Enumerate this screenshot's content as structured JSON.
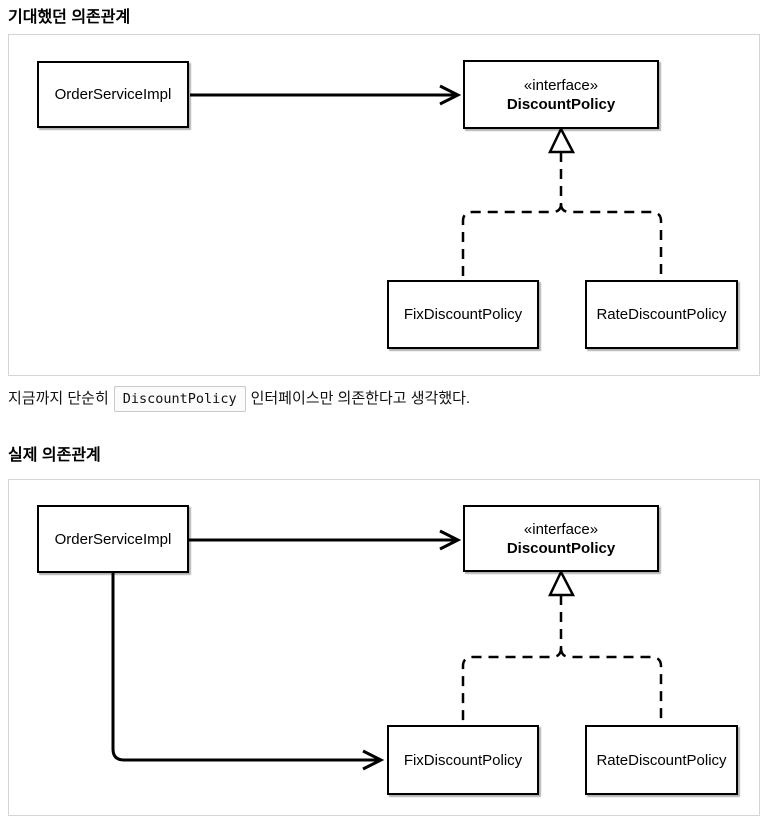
{
  "section_expected": {
    "heading": "기대했던 의존관계",
    "nodes": {
      "order_service": "OrderServiceImpl",
      "interface_stereotype": "«interface»",
      "interface_name": "DiscountPolicy",
      "fix_policy": "FixDiscountPolicy",
      "rate_policy": "RateDiscountPolicy"
    }
  },
  "paragraph": {
    "before_code": "지금까지 단순히",
    "code": "DiscountPolicy",
    "after_code": "인터페이스만 의존한다고 생각했다."
  },
  "section_actual": {
    "heading": "실제 의존관계",
    "nodes": {
      "order_service": "OrderServiceImpl",
      "interface_stereotype": "«interface»",
      "interface_name": "DiscountPolicy",
      "fix_policy": "FixDiscountPolicy",
      "rate_policy": "RateDiscountPolicy"
    }
  },
  "colors": {
    "frame_border": "#d4d4d4",
    "node_border": "#000000",
    "connector": "#000000",
    "code_border": "#c9c9c9",
    "code_background": "#fbfbfb"
  }
}
